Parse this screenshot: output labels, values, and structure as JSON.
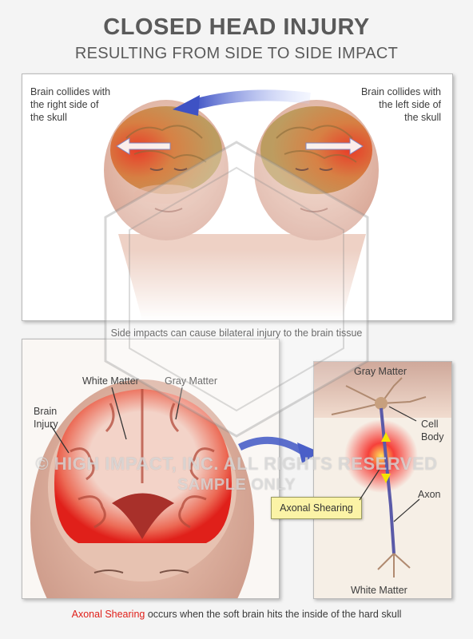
{
  "title": "CLOSED HEAD INJURY",
  "subtitle": "RESULTING FROM SIDE TO SIDE IMPACT",
  "top_panel": {
    "label_left": [
      "Brain collides with",
      "the right side of",
      "the skull"
    ],
    "label_right": [
      "Brain collides with",
      "the left side of",
      "the skull"
    ],
    "caption": "Side impacts can cause bilateral injury to the brain tissue"
  },
  "brain_section": {
    "label_white_matter": "White Matter",
    "label_gray_matter": "Gray Matter",
    "label_brain_injury": [
      "Brain",
      "Injury"
    ]
  },
  "neuron_panel": {
    "label_gray_matter": "Gray Matter",
    "label_cell_body": [
      "Cell",
      "Body"
    ],
    "label_axon": "Axon",
    "label_white_matter": "White Matter",
    "callout": "Axonal Shearing"
  },
  "bottom_caption": {
    "highlight": "Axonal Shearing",
    "rest": " occurs when the soft brain hits the inside of the hard skull"
  },
  "watermark": {
    "line1": "© HIGH IMPACT, INC. ALL RIGHTS RESERVED",
    "line2": "SAMPLE ONLY"
  },
  "colors": {
    "injury_red": "#e0201a",
    "arrow_blue": "#4a5fc8",
    "callout_yellow": "#fbf3a6"
  }
}
